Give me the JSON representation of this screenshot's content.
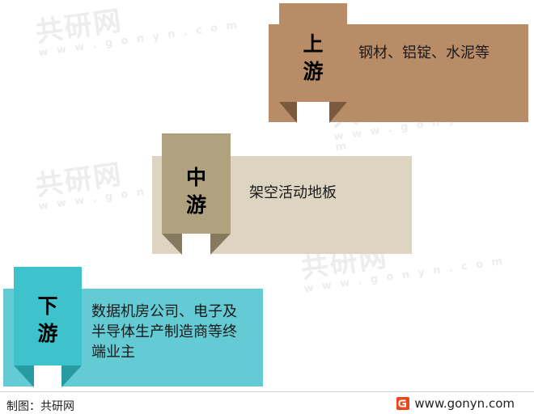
{
  "watermark": {
    "brand": "共研网",
    "site": "w w w . g o n y n . c o m"
  },
  "stages": [
    {
      "id": "upstream",
      "label_line1": "上",
      "label_line2": "游",
      "text": "钢材、铝锭、水泥等",
      "panel_color": "#b98c68",
      "tab_color": "#b98c68",
      "fold_color": "#7a5a3f"
    },
    {
      "id": "midstream",
      "label_line1": "中",
      "label_line2": "游",
      "text": "架空活动地板",
      "panel_color": "#ddd4c2",
      "tab_color": "#b1a27f",
      "fold_color": "#857a5f"
    },
    {
      "id": "downstream",
      "label_line1": "下",
      "label_line2": "游",
      "text_lines": [
        "数据机房公司、电子及",
        "半导体生产制造商等终",
        "端业主"
      ],
      "panel_color": "#64cbd4",
      "tab_color": "#3ec2cb",
      "fold_color": "#289aa2"
    }
  ],
  "footer": {
    "source": "制图：共研网",
    "url": "www.gonyn.com"
  }
}
